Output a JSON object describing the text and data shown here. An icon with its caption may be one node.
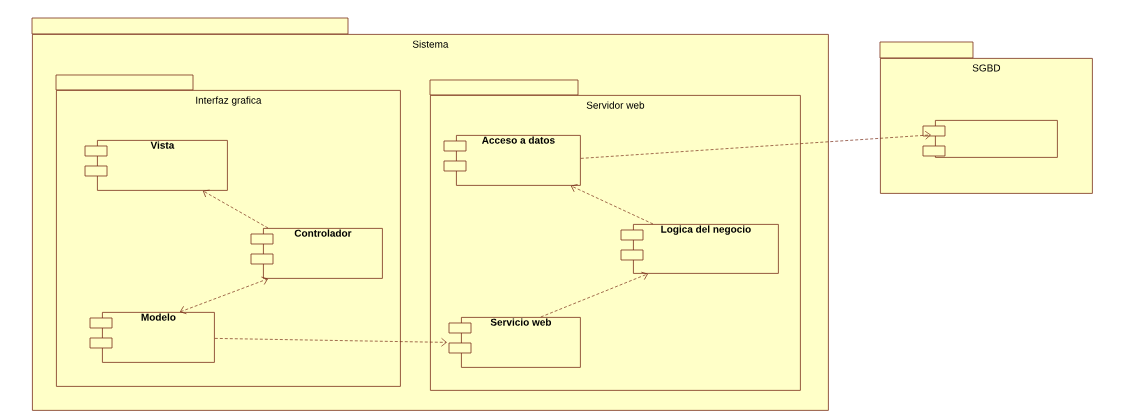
{
  "diagram": {
    "nodes": [
      {
        "text": [
          "Sistema"
        ]
      },
      {
        "text": [
          "Interfaz grafica"
        ],
        "in": 0
      },
      {
        "text": [
          "Vista"
        ],
        "in": 1
      },
      {
        "text": [
          "Controlador"
        ],
        "in": 1
      },
      {
        "text": [
          "Modelo"
        ],
        "in": 1
      },
      {
        "text": [
          "Servidor web"
        ],
        "in": 0
      },
      {
        "text": [
          "Acceso a datos"
        ],
        "in": 5
      },
      {
        "text": [
          "Logica del negocio"
        ],
        "in": 5
      },
      {
        "text": [
          "Servicio web"
        ],
        "in": 5
      },
      {
        "text": [
          "SGBD"
        ]
      },
      {
        "text": [],
        "shape": "box",
        "in": 9
      }
    ],
    "edges": [
      {
        "from": 3,
        "to": 2,
        "arrow": "to",
        "style": "dashed"
      },
      {
        "from": 4,
        "to": 3,
        "arrow": "both",
        "style": "dashed"
      },
      {
        "from": 4,
        "to": 8,
        "arrow": "to",
        "style": "dashed"
      },
      {
        "from": 7,
        "to": 6,
        "arrow": "to",
        "style": "dashed"
      },
      {
        "from": 8,
        "to": 7,
        "arrow": "to",
        "style": "dashed"
      },
      {
        "from": 6,
        "to": 10,
        "arrow": "to",
        "style": "dashed"
      }
    ]
  }
}
